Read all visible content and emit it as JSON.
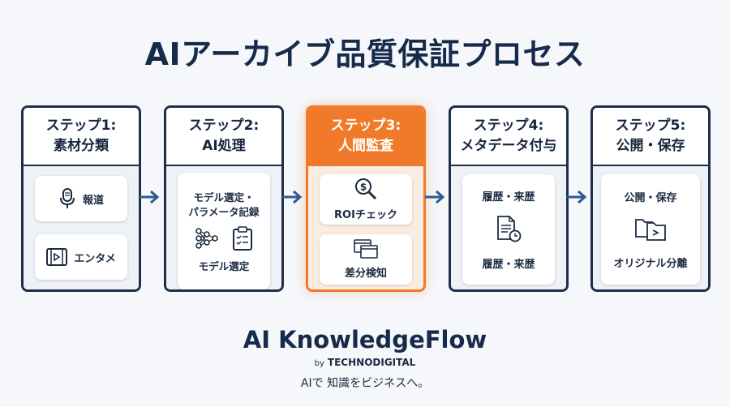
{
  "title": "AIアーカイブ品質保証プロセス",
  "steps": [
    {
      "line1": "ステップ1:",
      "line2": "素材分類",
      "items": [
        "報道",
        "エンタメ"
      ]
    },
    {
      "line1": "ステップ2:",
      "line2": "AI処理",
      "items": [
        "モデル選定・",
        "パラメータ記録",
        "モデル選定"
      ]
    },
    {
      "line1": "ステップ3:",
      "line2": "人間監査",
      "items": [
        "ROIチェック",
        "差分検知"
      ]
    },
    {
      "line1": "ステップ4:",
      "line2": "メタデータ付与",
      "items": [
        "履歴・来歴",
        "履歴・来歴"
      ]
    },
    {
      "line1": "ステップ5:",
      "line2": "公開・保存",
      "items": [
        "公開・保存",
        "オリジナル分離"
      ]
    }
  ],
  "icons": {
    "step1_item1": "microphone-icon",
    "step1_item2": "film-icon",
    "step2": [
      "neural-network-icon",
      "clipboard-checklist-icon"
    ],
    "step3_item1": "magnifier-dollar-icon",
    "step3_item2": "windows-icon",
    "step4": "document-clock-icon",
    "step5": "folders-icon"
  },
  "colors": {
    "navy": "#1e2f4d",
    "accent": "#f07a2a",
    "arrow": "#2d5a8f"
  },
  "brand": {
    "name": "AI KnowledgeFlow",
    "by": "by",
    "company": "TECHNODIGITAL",
    "tagline": "AIで 知識をビジネスへ。"
  }
}
